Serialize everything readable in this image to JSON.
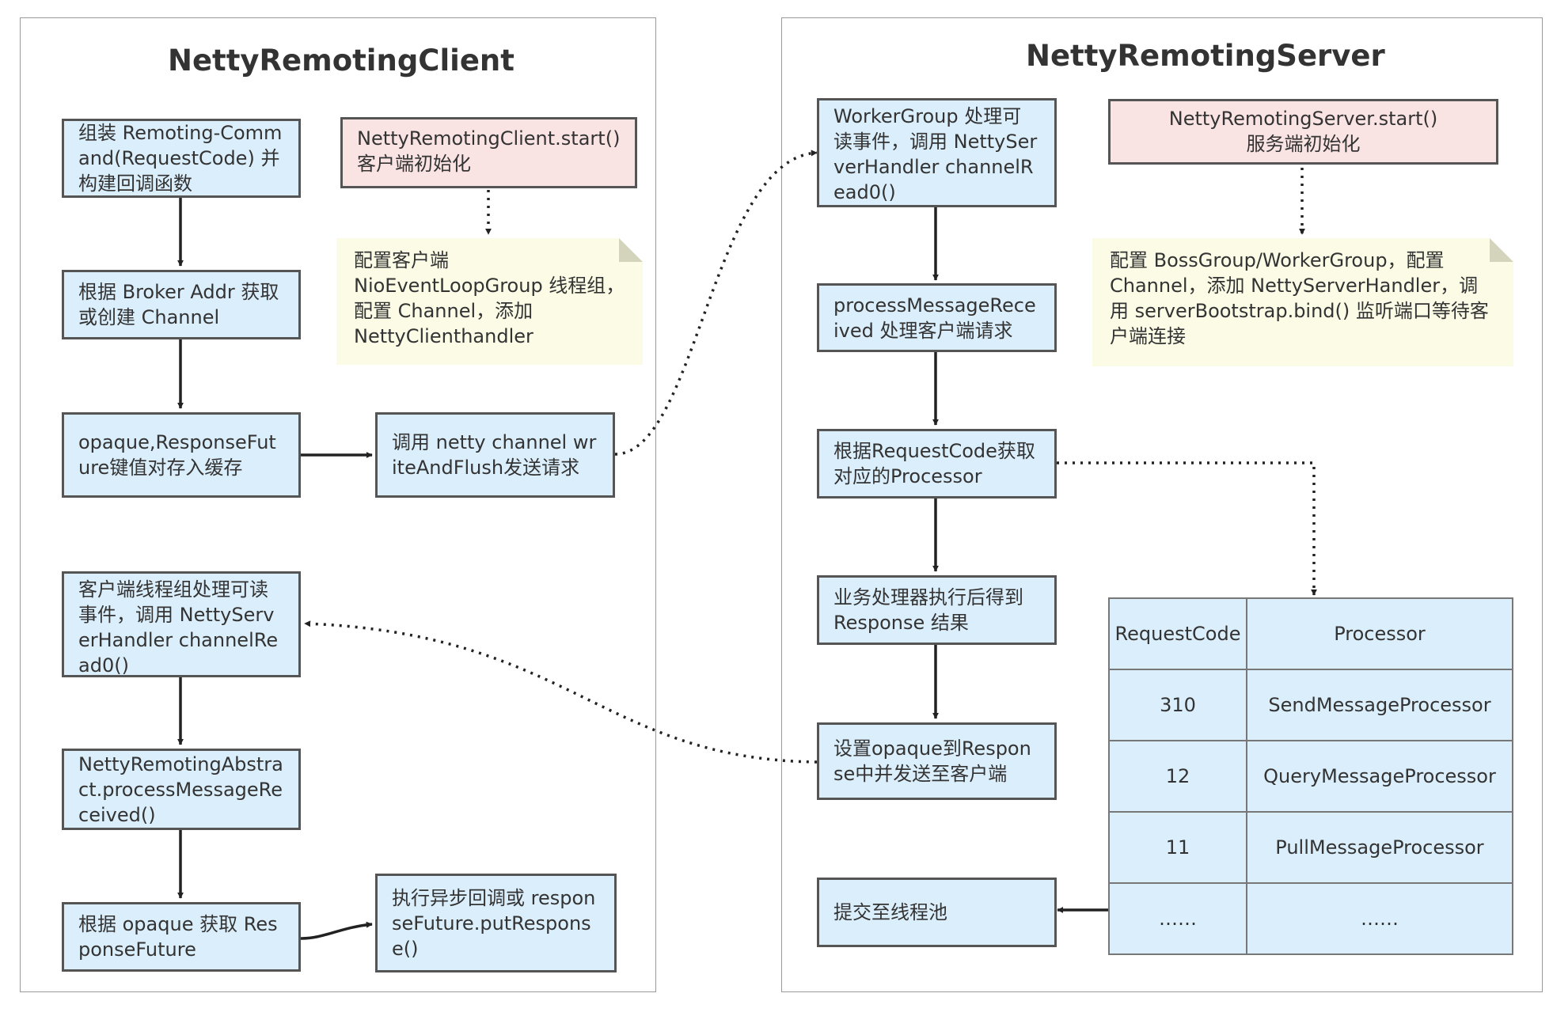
{
  "client": {
    "title": "NettyRemotingClient",
    "start_label": "NettyRemotingClient.start()",
    "start_sub": "客户端初始化",
    "note": "配置客户端 NioEventLoopGroup 线程组，配置 Channel，添加 NettyClienthandler",
    "steps": {
      "assemble": "组装 Remoting-Command(RequestCode) 并构建回调函数",
      "get_channel": "根据 Broker Addr 获取或创建 Channel",
      "cache": "opaque,ResponseFuture键值对存入缓存",
      "send": "调用 netty channel writeAndFlush发送请求",
      "read": "客户端线程组处理可读事件，调用 NettyServerHandler channelRead0()",
      "process": "NettyRemotingAbstract.processMessageReceived()",
      "get_future": "根据 opaque 获取 ResponseFuture",
      "callback": "执行异步回调或 responseFuture.putResponse()"
    }
  },
  "server": {
    "title": "NettyRemotingServer",
    "start_label": "NettyRemotingServer.start()",
    "start_sub": "服务端初始化",
    "note": "配置 BossGroup/WorkerGroup，配置 Channel，添加 NettyServerHandler，调用 serverBootstrap.bind() 监听端口等待客户端连接",
    "steps": {
      "worker": "WorkerGroup 处理可读事件，调用 NettyServerHandler channelRead0()",
      "process": "processMessageReceived 处理客户端请求",
      "get_processor": "根据RequestCode获取对应的Processor",
      "execute": "业务处理器执行后得到 Response 结果",
      "respond": "设置opaque到Response中并发送至客户端",
      "submit": "提交至线程池"
    },
    "table": {
      "headers": [
        "RequestCode",
        "Processor"
      ],
      "rows": [
        [
          "310",
          "SendMessageProcessor"
        ],
        [
          "12",
          "QueryMessageProcessor"
        ],
        [
          "11",
          "PullMessageProcessor"
        ],
        [
          "……",
          "……"
        ]
      ]
    }
  },
  "colors": {
    "box_fill": "#dbeefb",
    "start_fill": "#f9e3e3",
    "note_fill": "#fbfbe6",
    "border": "#555555"
  }
}
